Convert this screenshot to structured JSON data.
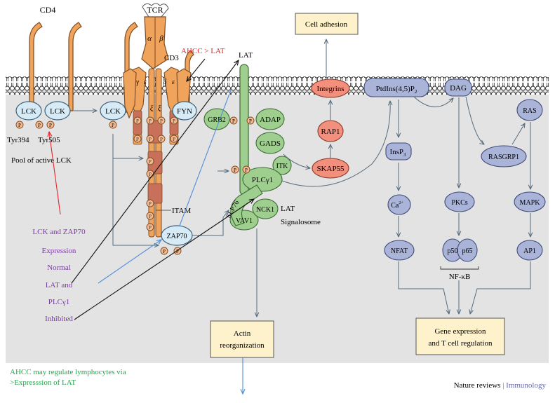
{
  "labels": {
    "cd4": "CD4",
    "tcr": "TCR",
    "alpha": "α",
    "beta": "β",
    "cd3": "CD3",
    "gamma": "γ",
    "epsilon": "ε",
    "delta": "δ",
    "zeta": "ξ",
    "ahcc_lat": "AHCC > LAT",
    "lat": "LAT",
    "cell_adhesion": "Cell adhesion",
    "integrins": "Integrins",
    "ptdins": "PtdIns(4,5)P",
    "ptdins_sub": "2",
    "dag": "DAG",
    "lck": "LCK",
    "fyn": "FYN",
    "p": "P",
    "tyr394": "Tyr394",
    "tyr505": "Tyr505",
    "pool_active_lck": "Pool of active LCK",
    "grb2": "GRB2",
    "adap": "ADAP",
    "gads": "GADS",
    "rap1": "RAP1",
    "skap55": "SKAP55",
    "itk": "ITK",
    "plcg1": "PLCγ1",
    "slp76": "SLP76",
    "nck1": "NCK1",
    "vav1": "VAV1",
    "lat_signalosome_1": "LAT",
    "lat_signalosome_2": "Signalosome",
    "itam": "ITAM",
    "zap70": "ZAP70",
    "insp3": "InsP",
    "insp3_sub": "3",
    "ca": "Ca",
    "ca_sup": "2+",
    "nfat": "NFAT",
    "pkcs": "PKCs",
    "p50": "p50",
    "p65": "p65",
    "nfkb": "NF-κB",
    "ras": "RAS",
    "rasgrp1": "RASGRP1",
    "mapk": "MAPK",
    "ap1": "AP1",
    "gene_expr_1": "Gene expression",
    "gene_expr_2": "and T cell regulation",
    "actin_1": "Actin",
    "actin_2": "reorganization",
    "side_1": "LCK and ZAP70",
    "side_2": "Expression",
    "side_3": "Normal",
    "side_4": "LAT and",
    "side_5": "PLCγ1",
    "side_6": "Inhibited",
    "footer_1": "AHCC may regulate lymphocytes via",
    "footer_2": ">Expresssion of LAT",
    "credit_1": "Nature reviews",
    "credit_sep": " | ",
    "credit_2": "Immunology"
  },
  "colors": {
    "cytoplasm": "#e3e3e3",
    "membrane_head": "#ffffff",
    "receptor": "#f0a35a",
    "receptor_dark": "#c9705a",
    "kinase_blue": "#d7ebf7",
    "green_protein": "#9fcf8f",
    "red_protein": "#f28f7d",
    "purple_protein": "#a9b4d8",
    "phospho": "#f7b98d",
    "box_fill": "#fdf2cc",
    "ahcc_red": "#e8262b",
    "side_purple": "#7b3aa6",
    "footer_green": "#22a74a",
    "credit_purple": "#6a6aa8"
  }
}
